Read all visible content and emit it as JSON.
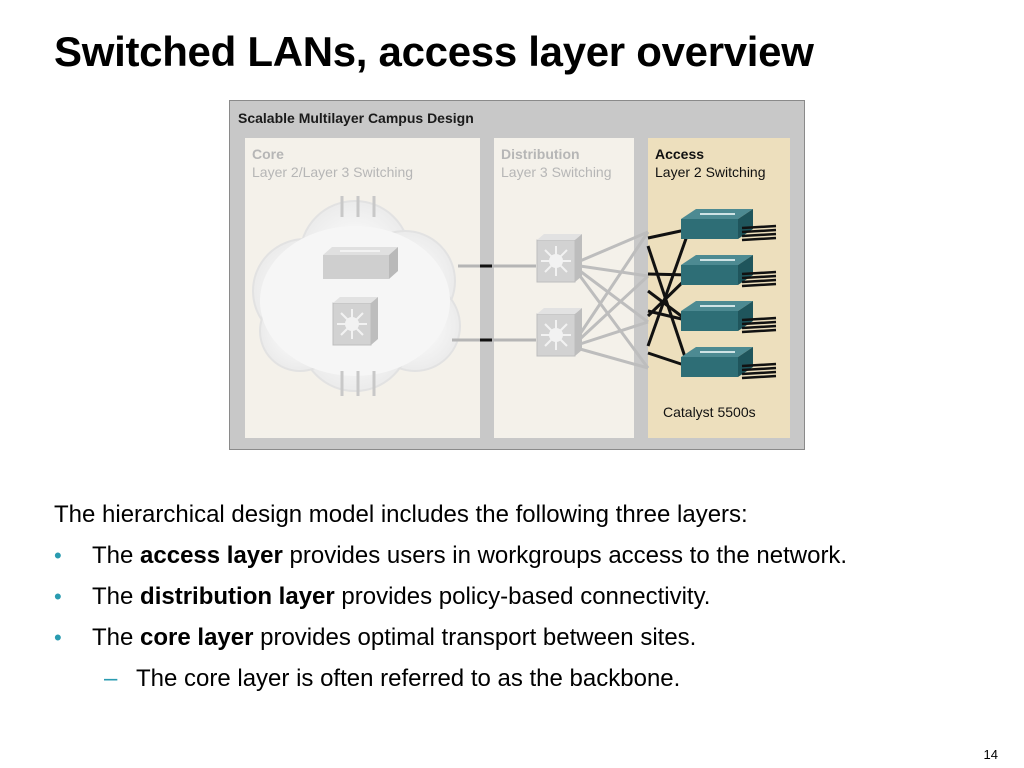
{
  "slide": {
    "title": "Switched LANs, access layer overview",
    "page_number": "14"
  },
  "figure": {
    "title": "Scalable Multilayer Campus Design",
    "panels": [
      {
        "name": "Core",
        "description": "Layer 2/Layer 3 Switching"
      },
      {
        "name": "Distribution",
        "description": "Layer 3 Switching"
      },
      {
        "name": "Access",
        "description": "Layer 2 Switching"
      }
    ],
    "access_label": "Catalyst 5500s",
    "colors": {
      "frame": "#c8c8c8",
      "panel": "#f4f1ea",
      "access_panel": "#eddfbd",
      "device": "#2e6e76",
      "link": "#111111"
    }
  },
  "body": {
    "intro": "The hierarchical design model includes the following three layers:",
    "bullets": [
      {
        "prefix": "The ",
        "bold": "access layer",
        "suffix": " provides users in workgroups access to the network."
      },
      {
        "prefix": "The ",
        "bold": "distribution layer",
        "suffix": " provides policy-based connectivity."
      },
      {
        "prefix": "The ",
        "bold": "core layer",
        "suffix": " provides optimal transport between sites."
      }
    ],
    "sub_bullet": "The core layer is often referred to as the backbone.",
    "bullet_symbol": "•",
    "dash_symbol": "–"
  }
}
